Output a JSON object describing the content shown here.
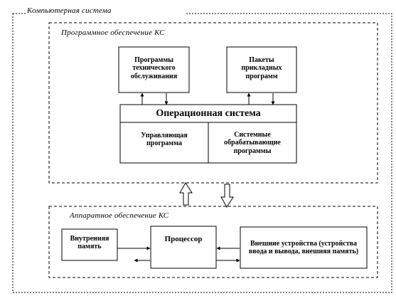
{
  "computer_system": {
    "title": "Компьютерная система"
  },
  "software": {
    "title": "Программное обеспечение КС",
    "maintenance_programs": "Программы технического обслуживания",
    "application_packages": "Пакеты прикладных программ",
    "operating_system": {
      "title": "Операционная система",
      "control_program": "Управляющая программа",
      "system_processing_programs": "Системные обрабатывающие программы"
    }
  },
  "hardware": {
    "title": "Аппаратное обеспечение КС",
    "internal_memory": "Внутренняя память",
    "processor": "Процессор",
    "external_devices": "Внешние устройства (устройства ввода и вывода, внешняя память)"
  }
}
